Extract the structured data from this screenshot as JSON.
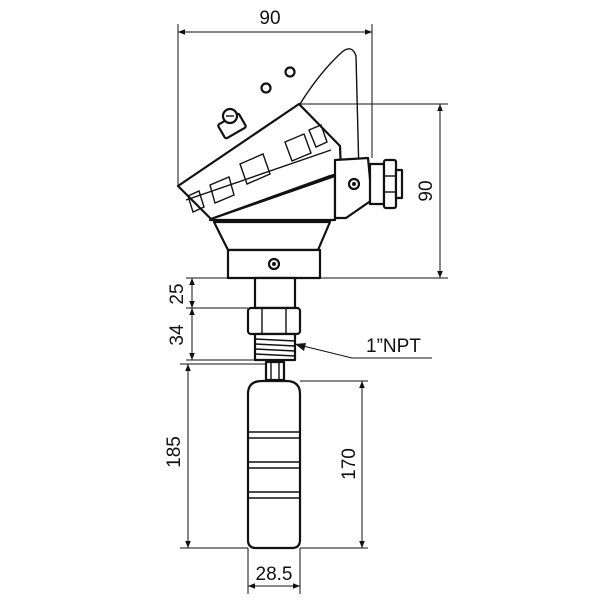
{
  "dimensions": {
    "head_width": "90",
    "head_height": "90",
    "neck_length": "25",
    "thread_length": "34",
    "total_float_length": "185",
    "float_body_length": "170",
    "float_diameter": "28.5"
  },
  "callouts": {
    "thread": "1”NPT"
  },
  "colors": {
    "line": "#111111",
    "background": "#ffffff"
  }
}
